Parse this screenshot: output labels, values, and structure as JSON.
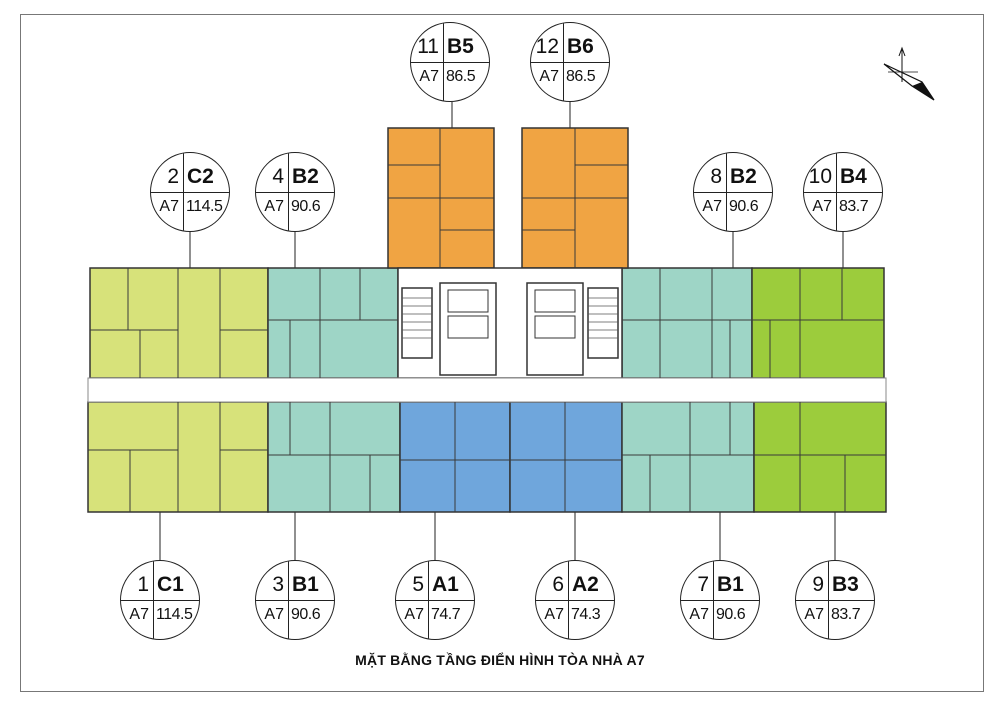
{
  "title": "MẶT BẰNG TẦNG ĐIỂN HÌNH TÒA NHÀ A7",
  "colors": {
    "A": "#6fa6dc",
    "B1_B2": "#9ed5c6",
    "B3_B4": "#9ccc3c",
    "B5_B6": "#f0a443",
    "C": "#d7e27a",
    "core": "#ffffff",
    "line": "#333333"
  },
  "compass_icon": "north-arrow-compass",
  "units": [
    {
      "num": "1",
      "code": "C1",
      "building": "A7",
      "area": "114.5"
    },
    {
      "num": "2",
      "code": "C2",
      "building": "A7",
      "area": "114.5"
    },
    {
      "num": "3",
      "code": "B1",
      "building": "A7",
      "area": "90.6"
    },
    {
      "num": "4",
      "code": "B2",
      "building": "A7",
      "area": "90.6"
    },
    {
      "num": "5",
      "code": "A1",
      "building": "A7",
      "area": "74.7"
    },
    {
      "num": "6",
      "code": "A2",
      "building": "A7",
      "area": "74.3"
    },
    {
      "num": "7",
      "code": "B1",
      "building": "A7",
      "area": "90.6"
    },
    {
      "num": "8",
      "code": "B2",
      "building": "A7",
      "area": "90.6"
    },
    {
      "num": "9",
      "code": "B3",
      "building": "A7",
      "area": "83.7"
    },
    {
      "num": "10",
      "code": "B4",
      "building": "A7",
      "area": "83.7"
    },
    {
      "num": "11",
      "code": "B5",
      "building": "A7",
      "area": "86.5"
    },
    {
      "num": "12",
      "code": "B6",
      "building": "A7",
      "area": "86.5"
    }
  ]
}
